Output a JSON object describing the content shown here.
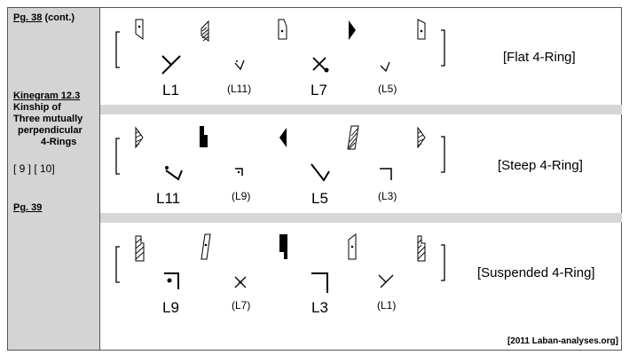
{
  "sidebar": {
    "page_ref_top": "Pg. 38",
    "page_ref_top_suffix": " (cont.)",
    "kinegram_title": "Kinegram 12.3",
    "subtitle_lines": [
      "Kinship of",
      "Three mutually",
      "perpendicular",
      "4-Rings"
    ],
    "refs": "[ 9 ] [ 10]",
    "page_ref_bottom": "Pg. 39"
  },
  "rows": [
    {
      "ring_label": "[Flat 4-Ring]",
      "labels": [
        "L1",
        "(L11)",
        "L7",
        "(L5)"
      ]
    },
    {
      "ring_label": "[Steep 4-Ring]",
      "labels": [
        "L11",
        "(L9)",
        "L5",
        "(L3)"
      ]
    },
    {
      "ring_label": "[Suspended 4-Ring]",
      "labels": [
        "L9",
        "(L7)",
        "L3",
        "(L1)"
      ]
    }
  ],
  "footer": "[2011 Laban-analyses.org]"
}
